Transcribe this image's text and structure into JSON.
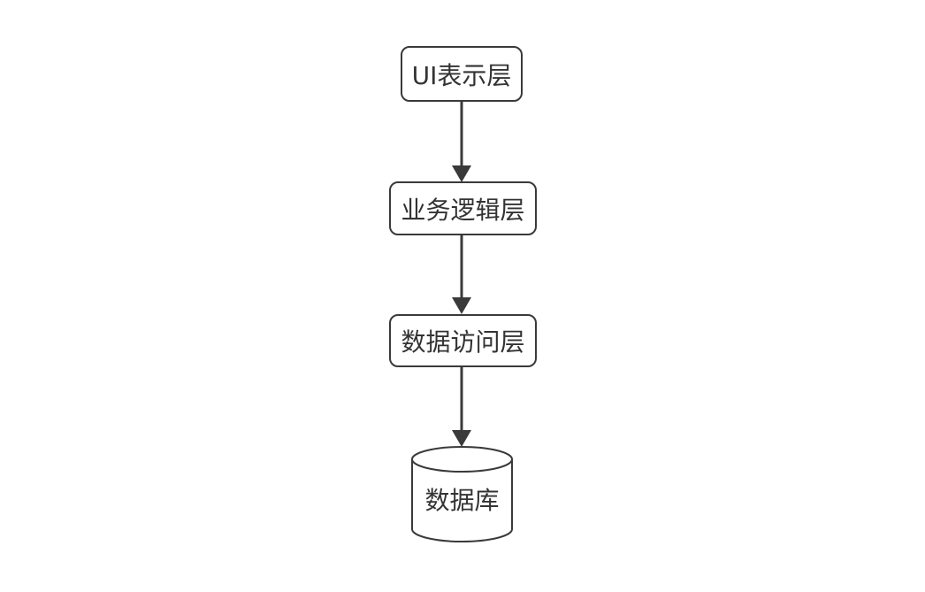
{
  "diagram": {
    "type": "flowchart",
    "direction": "top-to-bottom",
    "nodes": [
      {
        "id": "ui-layer",
        "label": "UI表示层",
        "shape": "rounded-rect"
      },
      {
        "id": "business-layer",
        "label": "业务逻辑层",
        "shape": "rounded-rect"
      },
      {
        "id": "data-access-layer",
        "label": "数据访问层",
        "shape": "rounded-rect"
      },
      {
        "id": "database",
        "label": "数据库",
        "shape": "cylinder"
      }
    ],
    "edges": [
      {
        "from": "ui-layer",
        "to": "business-layer",
        "style": "solid-arrow"
      },
      {
        "from": "business-layer",
        "to": "data-access-layer",
        "style": "solid-arrow"
      },
      {
        "from": "data-access-layer",
        "to": "database",
        "style": "solid-arrow"
      }
    ],
    "colors": {
      "stroke": "#3a3a3a",
      "text": "#333333",
      "background": "#ffffff"
    }
  }
}
